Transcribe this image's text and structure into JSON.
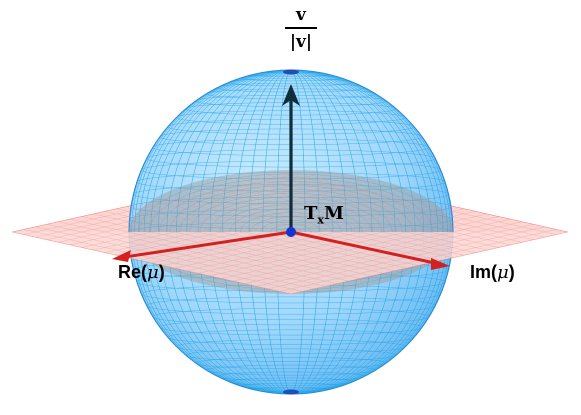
{
  "labels": {
    "vector_numerator": "v",
    "vector_denominator": "|v|",
    "tangent_space": "T",
    "tangent_subscript": "x",
    "tangent_manifold": "M",
    "real_axis_prefix": "Re(",
    "imag_axis_prefix": "Im(",
    "axis_symbol": "μ",
    "axis_suffix": ")"
  },
  "colors": {
    "sphere_fill": "#9fd7fb",
    "sphere_mesh": "#1aa0e6",
    "plane_fill": "#fbd6d3",
    "plane_mesh": "#ef8a86",
    "axis_red": "#d42020",
    "vector_arrow": "#0f2e3c",
    "origin_dot": "#1434d6"
  },
  "icons": {
    "vector_arrow": "arrow-up-icon",
    "axis_arrows": "arrow-icon"
  }
}
